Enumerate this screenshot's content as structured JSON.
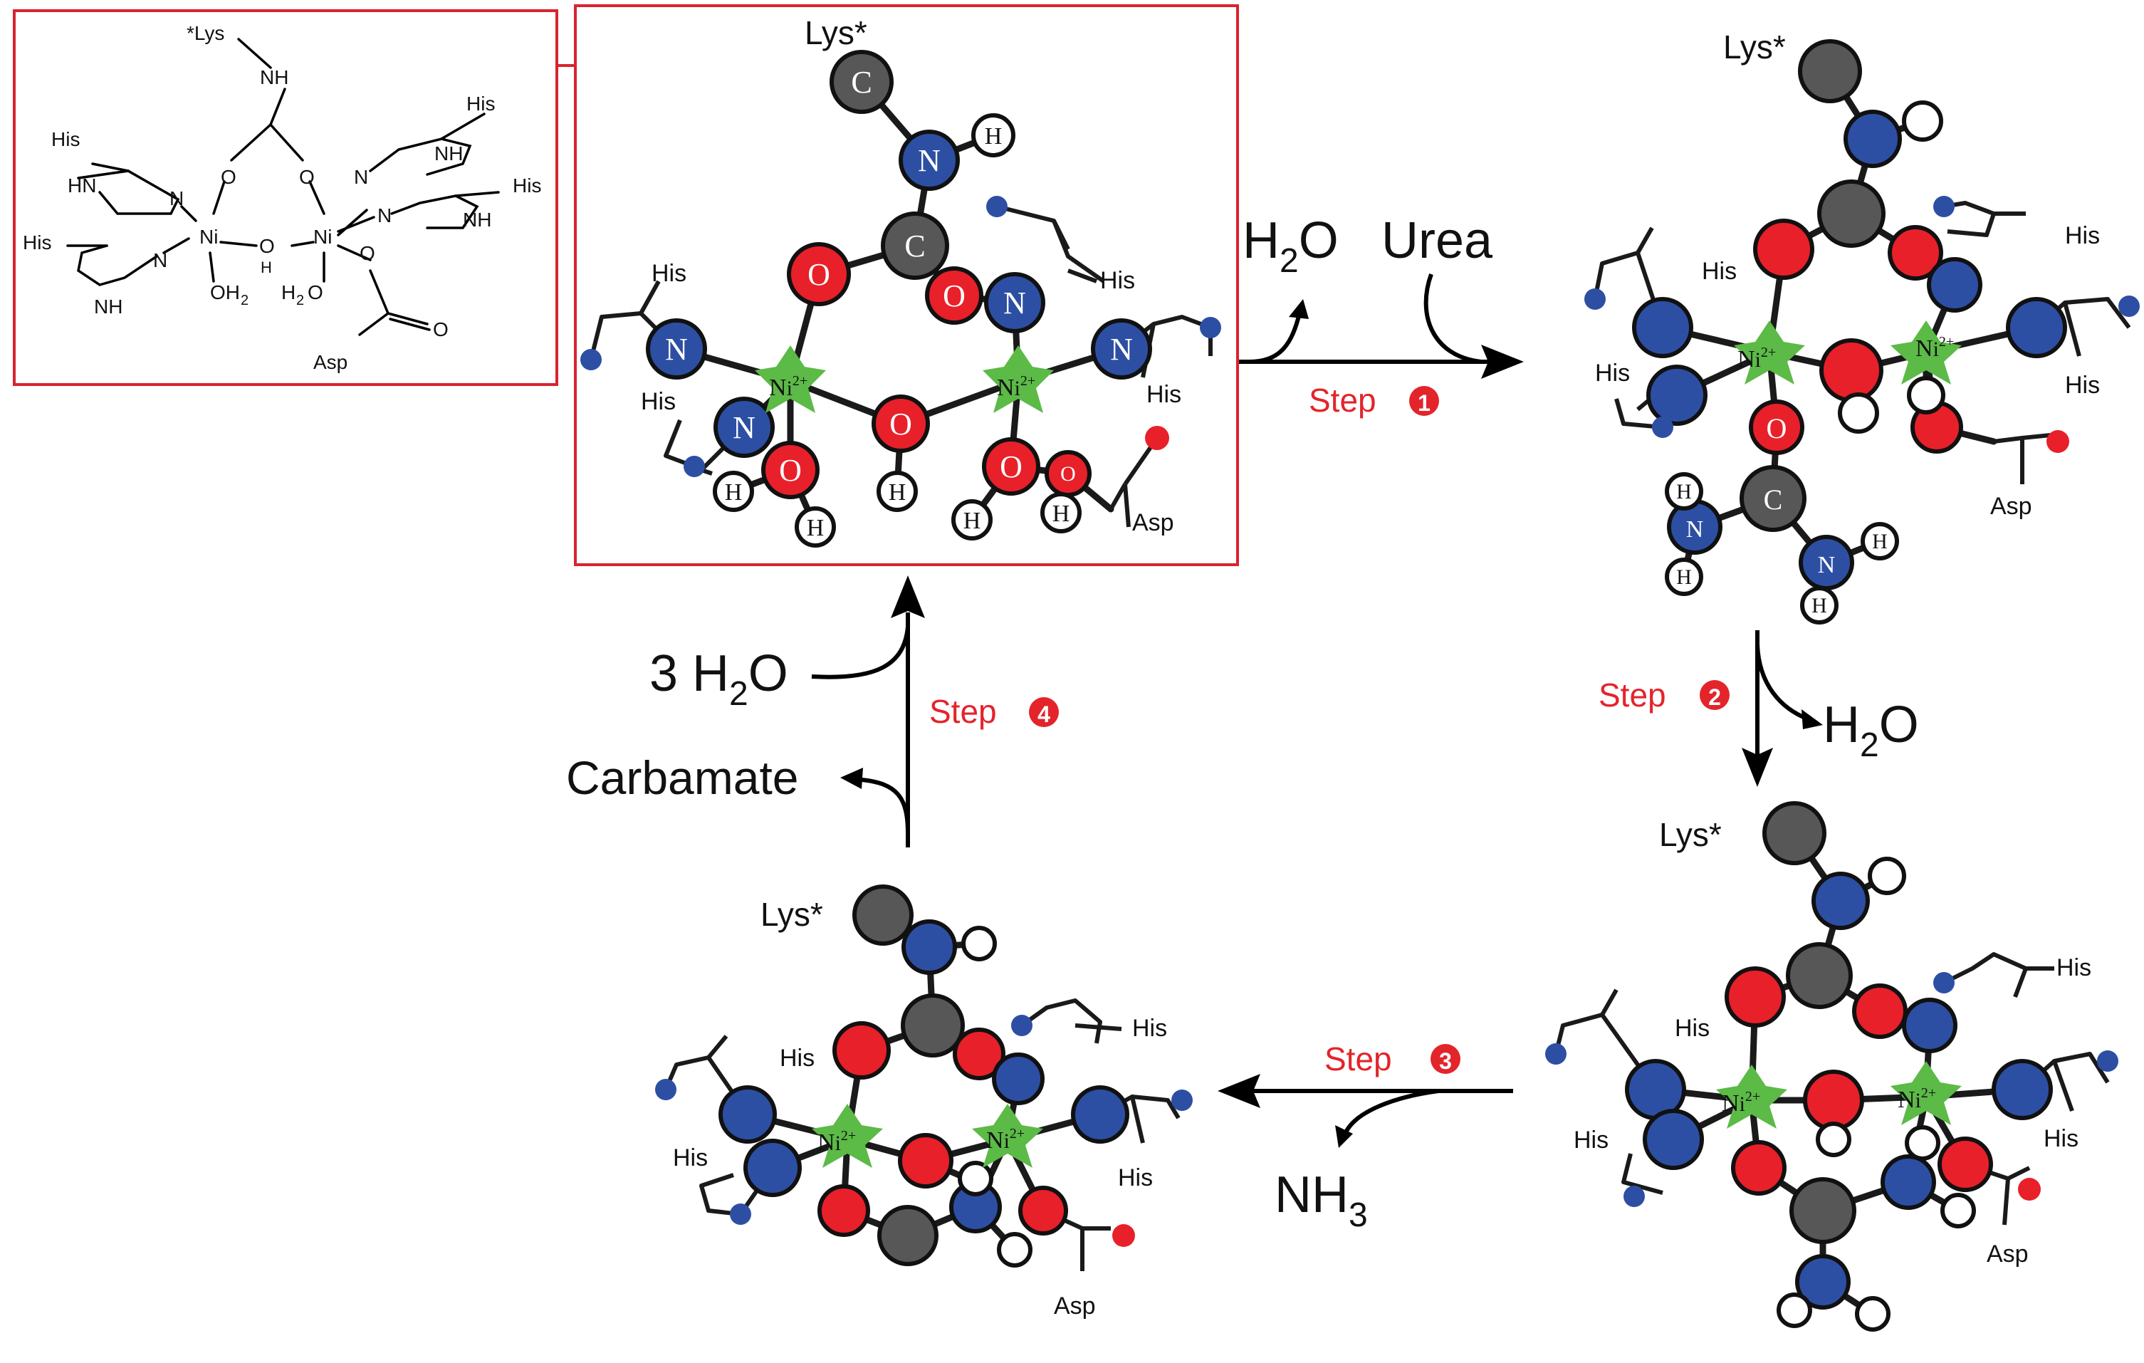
{
  "colors": {
    "nickel": "#5cba47",
    "oxygen": "#e8202a",
    "nitrogen": "#2d4fa3",
    "carbon": "#575757",
    "hydrogen": "#ffffff",
    "frame": "#d9232e",
    "step_label": "#e3242b"
  },
  "inset_2d": {
    "lys": "*Lys",
    "nh": "NH",
    "his": "His",
    "hn": "HN",
    "n": "N",
    "nh_ring": "NH",
    "ni": "Ni",
    "o": "O",
    "h": "H",
    "oh2": "OH",
    "h2o": "H",
    "sub2": "2",
    "asp": "Asp"
  },
  "model": {
    "lys": "Lys*",
    "his": "His",
    "asp": "Asp",
    "ni_symbol": "N",
    "ni_i": "i",
    "ni_charge": "2+",
    "c": "C",
    "n": "N",
    "o": "O",
    "h": "H"
  },
  "reactions": {
    "step1": {
      "label": "Step",
      "badge": "1",
      "water": "H",
      "water_sub": "2",
      "water_o": "O",
      "reagent": "Urea"
    },
    "step2": {
      "label": "Step",
      "badge": "2",
      "water": "H",
      "water_sub": "2",
      "water_o": "O"
    },
    "step3": {
      "label": "Step",
      "badge": "3",
      "product": "NH",
      "product_sub": "3"
    },
    "step4": {
      "label": "Step",
      "badge": "4",
      "water_coef": "3 H",
      "water_sub": "2",
      "water_o": "O",
      "product": "Carbamate"
    }
  }
}
